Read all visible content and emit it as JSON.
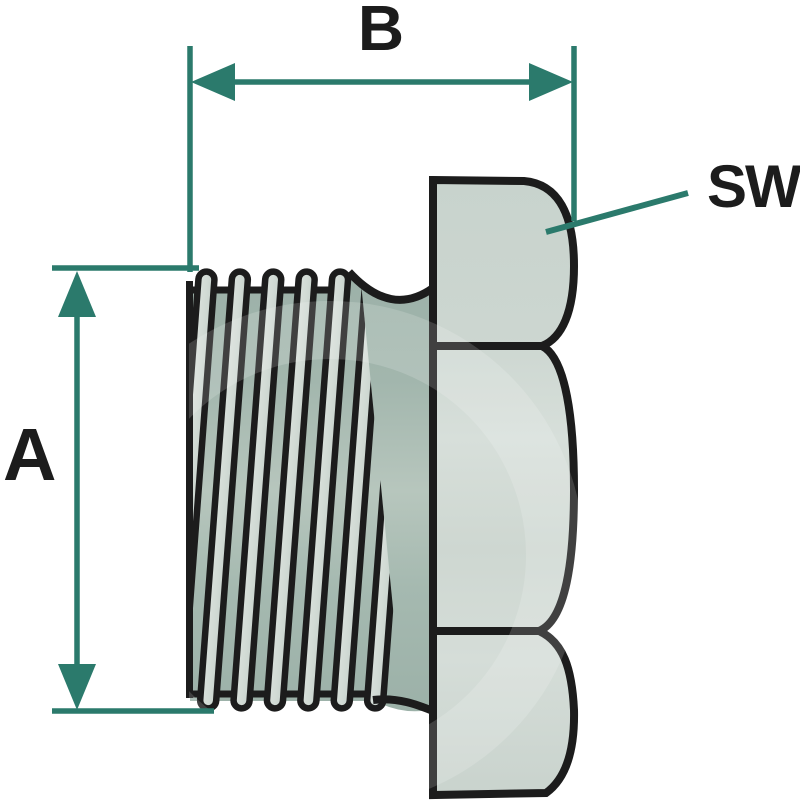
{
  "diagram": {
    "labels": {
      "diameter": "A",
      "length": "B",
      "wrench": "SW"
    }
  },
  "colors": {
    "dimension": "#2B7A6C",
    "outline": "#1C1C1C",
    "thread": "#D2DBD5",
    "shank": "#A5B9B0",
    "head": "#CED7D1",
    "background": "#FFFFFF"
  }
}
